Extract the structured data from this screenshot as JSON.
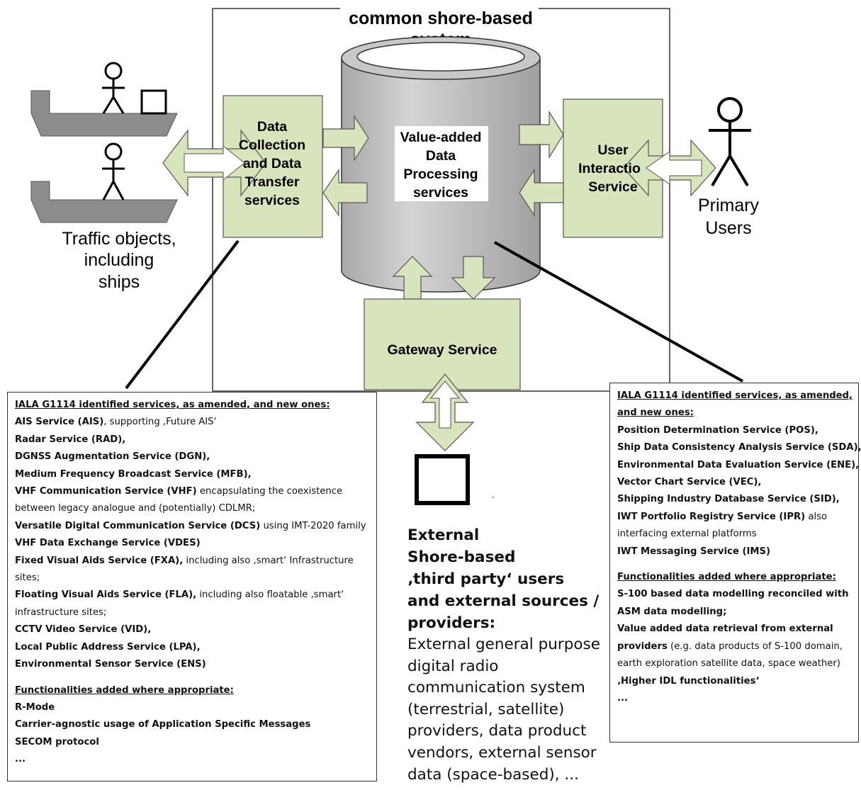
{
  "system_title_1": "common shore-based",
  "system_title_2": "system",
  "data_collection": [
    "Data",
    "Collection",
    "and Data",
    "Transfer",
    "services"
  ],
  "value_added": [
    "Value-added",
    "Data",
    "Processing",
    "services"
  ],
  "user_interaction": [
    "User",
    "Interactio",
    "Service"
  ],
  "gateway": "Gateway Service",
  "traffic_objects": [
    "Traffic objects,",
    "including",
    "ships"
  ],
  "primary_users": [
    "Primary",
    "Users"
  ],
  "left_box": {
    "heading": "IALA G1114 identified services, as amended, and new ones:",
    "items": [
      {
        "b": "AIS Service (AIS)",
        "t": ", supporting ‚Future AIS‘"
      },
      {
        "b": "Radar Service (RAD),",
        "t": ""
      },
      {
        "b": "DGNSS Augmentation Service (DGN),",
        "t": ""
      },
      {
        "b": "Medium Frequency Broadcast Service (MFB),",
        "t": ""
      },
      {
        "b": "VHF Communication Service (VHF)",
        "t": " encapsulating the coexistence"
      },
      {
        "b": "",
        "t": "between legacy analogue and (potentially) CDLMR;"
      },
      {
        "b": "Versatile Digital Communication Service (DCS)",
        "t": " using IMT-2020 family"
      },
      {
        "b": "VHF Data Exchange Service (VDES)",
        "t": ""
      },
      {
        "b": "Fixed Visual Aids Service (FXA),",
        "t": " including also ‚smart‘ Infrastructure"
      },
      {
        "b": "",
        "t": "sites;"
      },
      {
        "b": "Floating Visual Aids Service (FLA),",
        "t": " including also floatable ‚smart‘"
      },
      {
        "b": "",
        "t": "infrastructure sites;"
      },
      {
        "b": "CCTV Video Service (VID),",
        "t": ""
      },
      {
        "b": "Local Public Address Service (LPA),",
        "t": ""
      },
      {
        "b": "Environmental Sensor Service (ENS)",
        "t": ""
      }
    ],
    "func_heading": "Functionalities added where appropriate:",
    "func_items": [
      "R-Mode",
      "Carrier-agnostic usage of Application Specific Messages",
      "SECOM protocol",
      "..."
    ]
  },
  "right_box": {
    "heading_1": "IALA G1114 identified services, as amended,",
    "heading_2": "and new ones:",
    "items": [
      {
        "b": "Position Determination Service (POS),",
        "t": ""
      },
      {
        "b": "Ship Data Consistency Analysis Service (SDA),",
        "t": ""
      },
      {
        "b": "Environmental Data Evaluation Service (ENE),",
        "t": ""
      },
      {
        "b": "Vector Chart Service (VEC),",
        "t": ""
      },
      {
        "b": "Shipping Industry Database Service (SID),",
        "t": ""
      },
      {
        "b": "IWT Portfolio Registry Service (IPR)",
        "t": " also"
      },
      {
        "b": "",
        "t": "interfacing external platforms"
      },
      {
        "b": "IWT Messaging Service (IMS)",
        "t": ""
      }
    ],
    "func_heading": "Functionalities added where appropriate:",
    "func_items": [
      {
        "b": "S-100 based data modelling reconciled with",
        "t": ""
      },
      {
        "b": "ASM data modelling;",
        "t": ""
      },
      {
        "b": "Value added data retrieval from external",
        "t": ""
      },
      {
        "b": "providers",
        "t": " (e.g. data products of S-100 domain,"
      },
      {
        "b": "",
        "t": "earth exploration satellite data, space weather)"
      },
      {
        "b": "‚Higher IDL functionalities‘",
        "t": ""
      },
      {
        "b": "...",
        "t": ""
      }
    ]
  },
  "external": {
    "title": [
      "External",
      "Shore-based",
      "‚third party‘ users",
      "and external sources /",
      "providers:"
    ],
    "body": [
      "External general purpose",
      "digital radio",
      "communication system",
      "(terrestrial, satellite)",
      "providers, data product",
      "vendors, external sensor",
      "data (space-based), ..."
    ]
  },
  "colors": {
    "box_fill": "#d8e4bc",
    "cylinder_fill": "#c0c0c0",
    "arrow_fill": "#d8e4bc",
    "ship_fill": "#8c8c8c"
  }
}
